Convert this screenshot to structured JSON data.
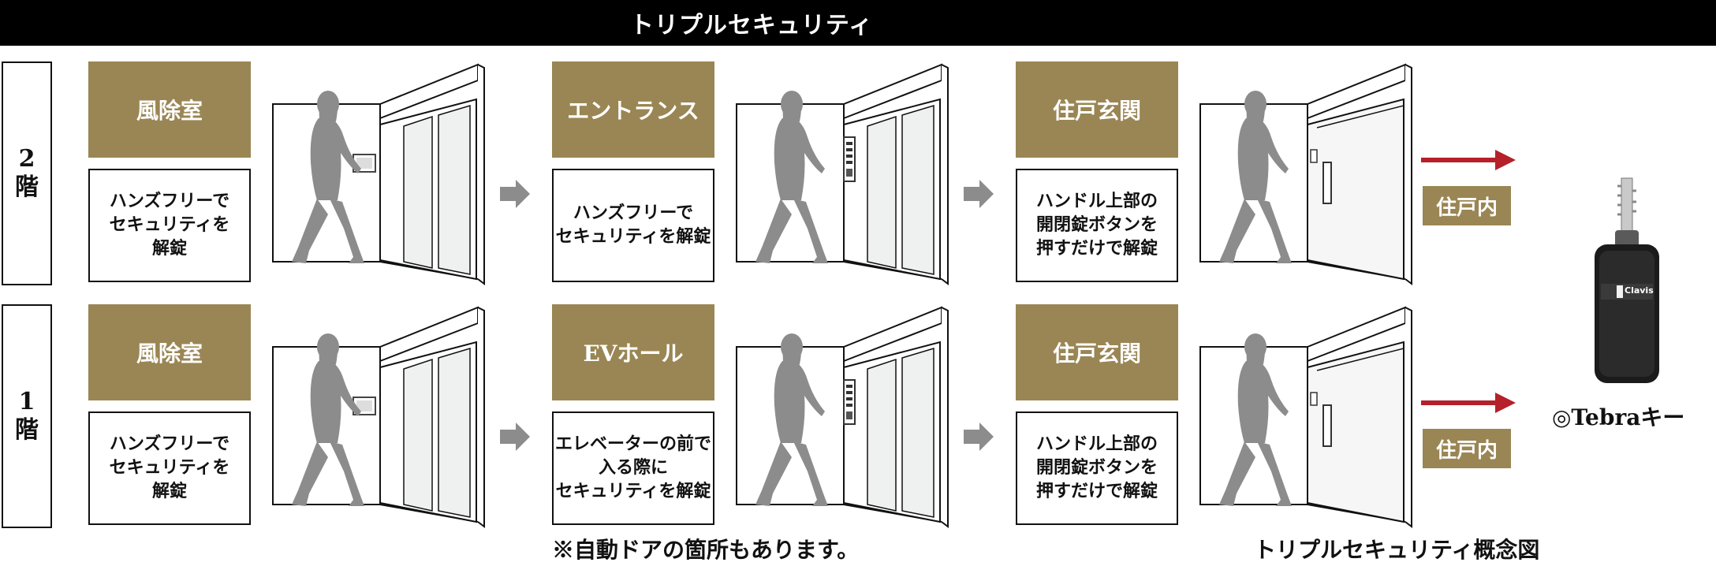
{
  "header": {
    "title": "トリプルセキュリティ"
  },
  "floors": [
    {
      "label_num": "2",
      "label_kanji": "階",
      "stages": [
        {
          "title": "風除室",
          "desc": "ハンズフリーで\nセキュリティを\n解錠",
          "device": "panel"
        },
        {
          "title": "エントランス",
          "desc": "ハンズフリーで\nセキュリティを解錠",
          "device": "keypad"
        },
        {
          "title": "住戸玄関",
          "desc": "ハンドル上部の\n開閉錠ボタンを\n押すだけで解錠",
          "device": "handle"
        }
      ],
      "destination": "住戸内"
    },
    {
      "label_num": "1",
      "label_kanji": "階",
      "stages": [
        {
          "title": "風除室",
          "desc": "ハンズフリーで\nセキュリティを\n解錠",
          "device": "panel"
        },
        {
          "title": "EVホール",
          "desc": "エレベーターの前で\n入る際に\nセキュリティを解錠",
          "device": "keypad"
        },
        {
          "title": "住戸玄関",
          "desc": "ハンドル上部の\n開閉錠ボタンを\n押すだけで解錠",
          "device": "handle"
        }
      ],
      "destination": "住戸内"
    }
  ],
  "footnote": "※自動ドアの箇所もあります。",
  "caption": "トリプルセキュリティ概念図",
  "key": {
    "label": "◎Tebraキー",
    "brand": "Clavis"
  },
  "colors": {
    "gold": "#9a8654",
    "arrow_red": "#b5202a",
    "figure_gray": "#8c8c8c",
    "header_bg": "#000000"
  }
}
